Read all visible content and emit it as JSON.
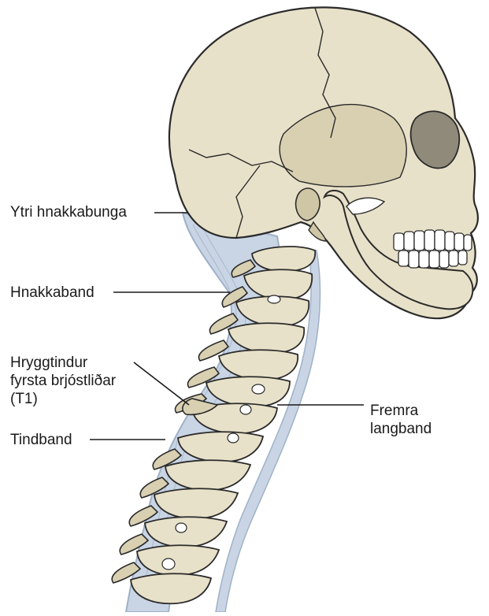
{
  "labels": {
    "ytri_hnakkabunga": "Ytri hnakkabunga",
    "hnakkaband": "Hnakkaband",
    "hryggtindur": [
      "Hryggtindur",
      "fyrsta brjóstliðar",
      "(T1)"
    ],
    "tindband": "Tindband",
    "fremra_langband": [
      "Fremra",
      "langband"
    ]
  },
  "colors": {
    "bone": "#e8e1c9",
    "bone_shadow": "#cfc6a6",
    "bone_outline": "#2b2b2b",
    "ligament": "#c9d5e4",
    "ligament_edge": "#9fb1c8",
    "leader_line": "#1a1a1a"
  }
}
